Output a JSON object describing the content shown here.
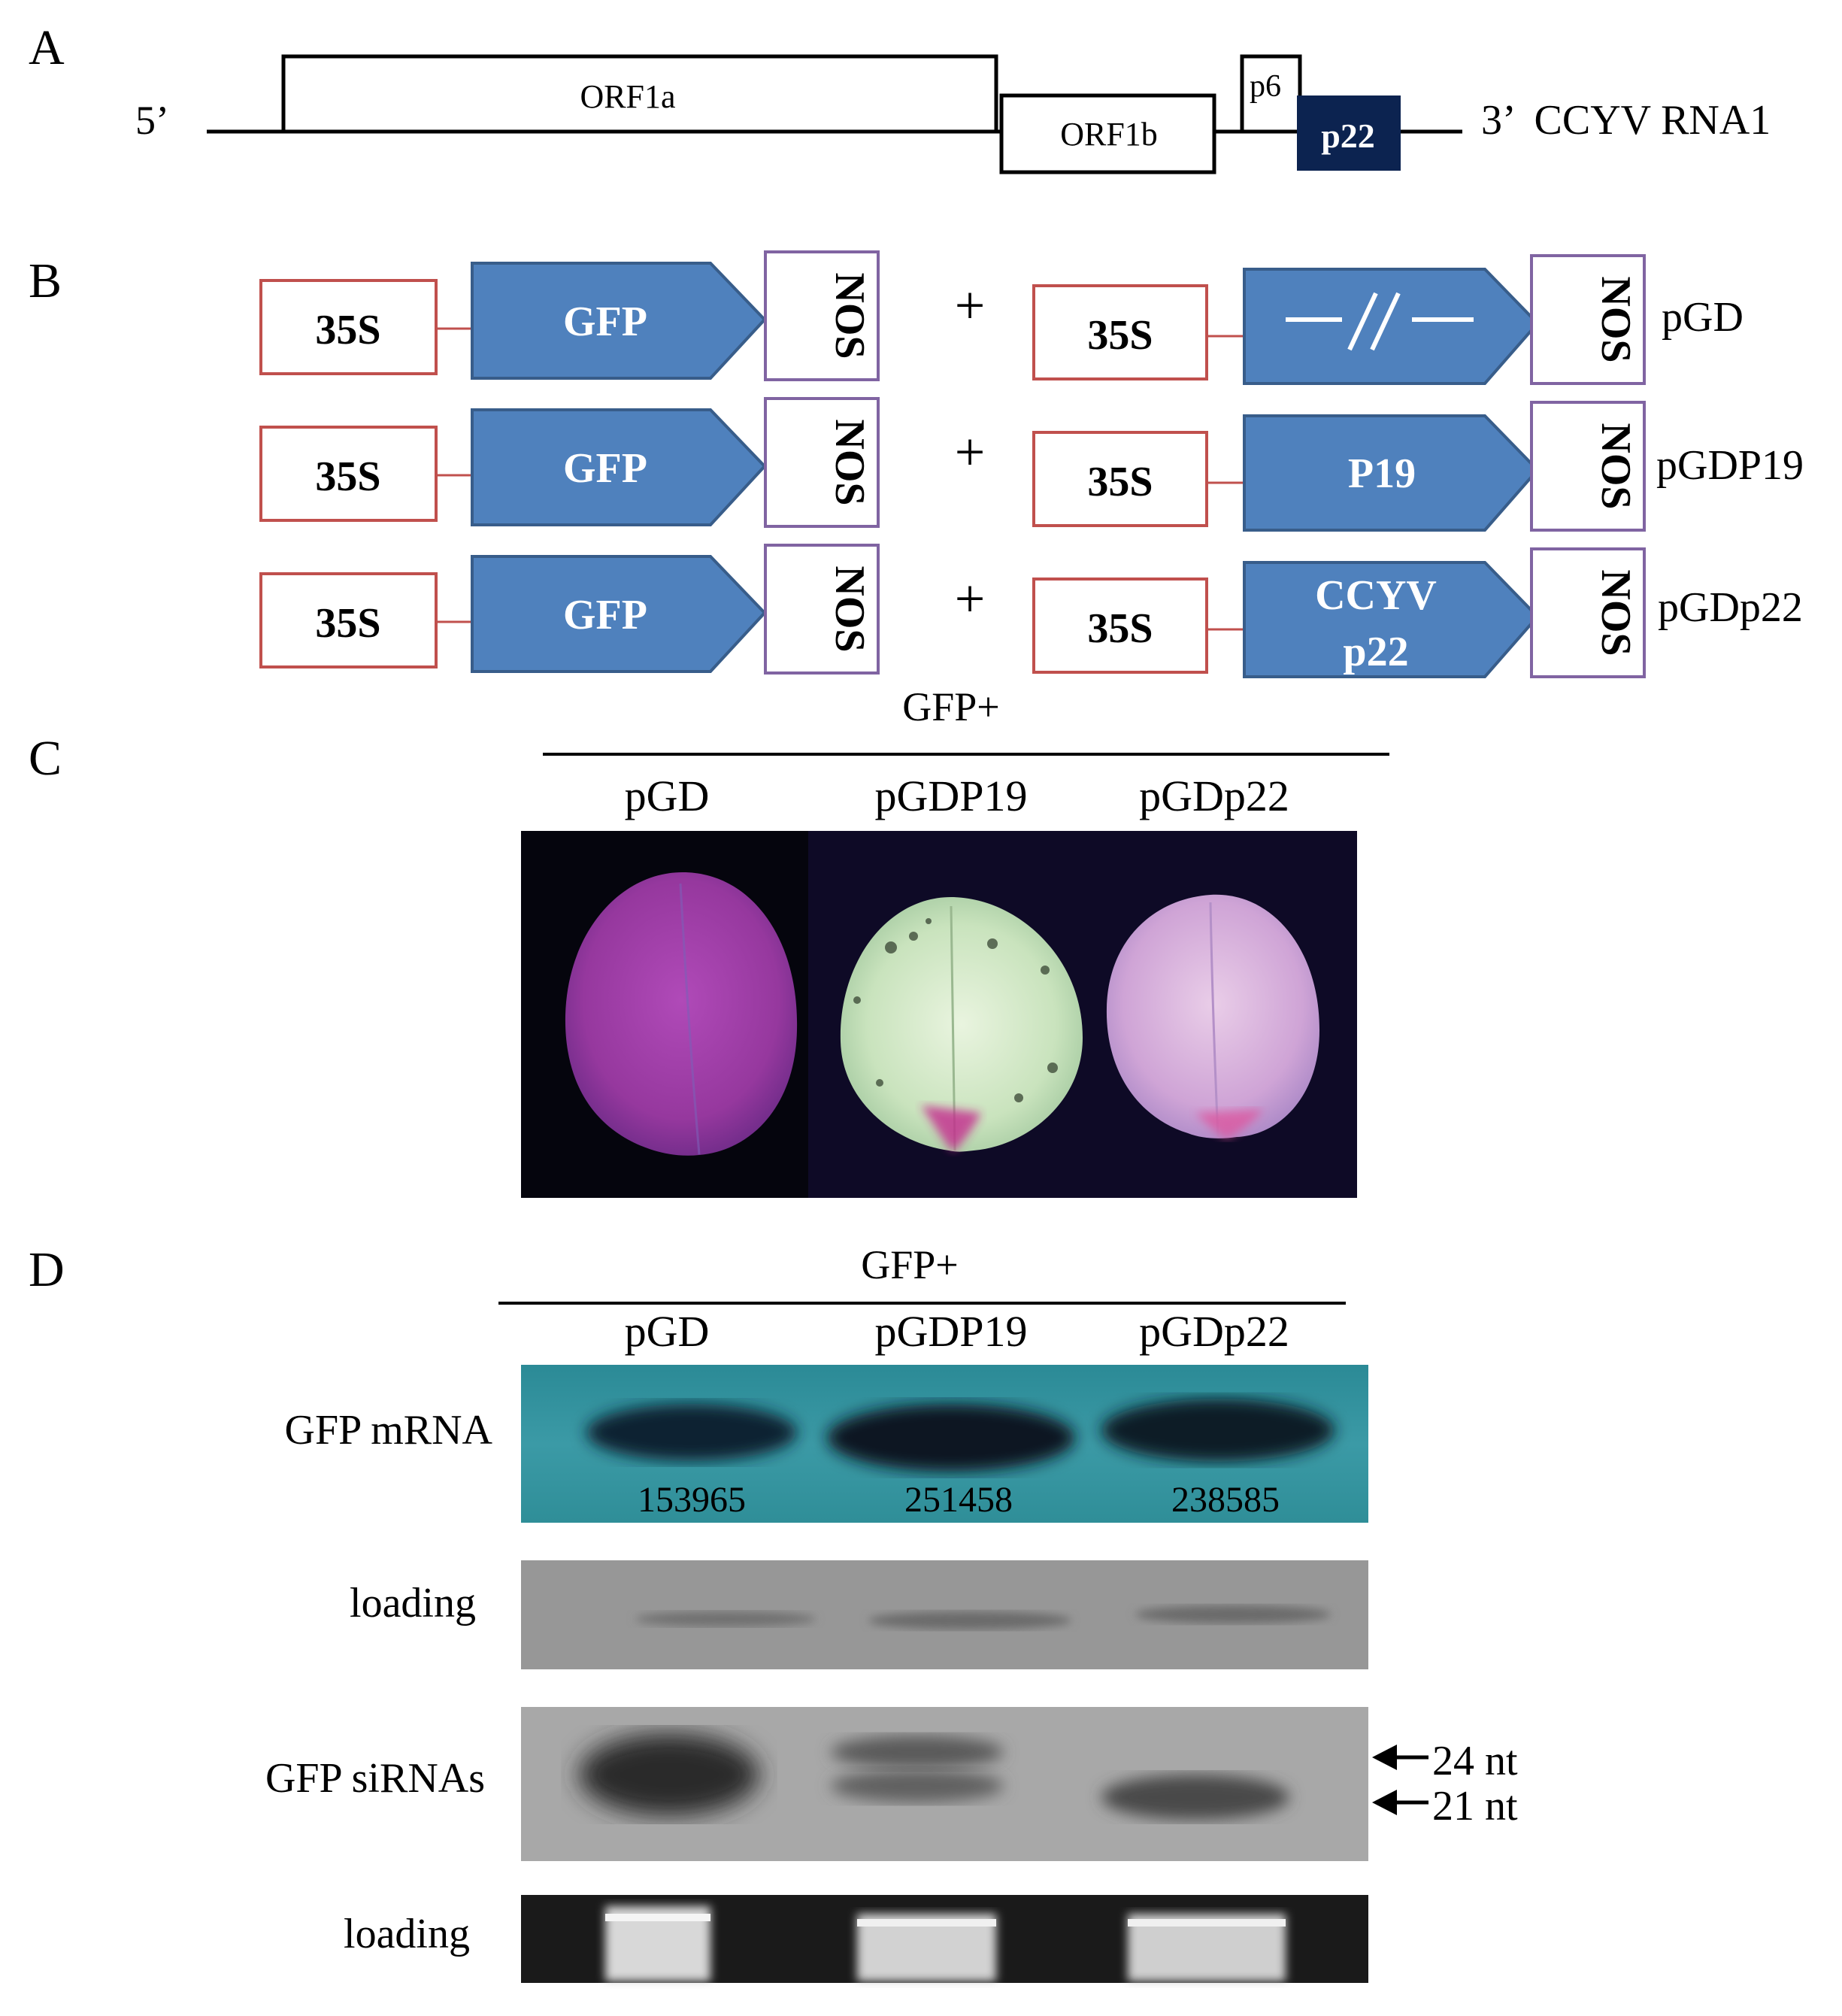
{
  "panels": {
    "a": "A",
    "b": "B",
    "c": "C",
    "d": "D"
  },
  "genome": {
    "five_prime": "5’",
    "three_prime_label": "3’  CCYV RNA1",
    "orfs": [
      "ORF1a",
      "ORF1b",
      "p6",
      "p22"
    ],
    "colors": {
      "p22_fill": "#0c2350",
      "line": "#000000"
    }
  },
  "constructs": {
    "promoter": "35S",
    "reporter": "GFP",
    "terminator": "NOS",
    "plus": "+",
    "empty_insert": "—//—",
    "rows": [
      {
        "insert": "",
        "name": "pGD"
      },
      {
        "insert": "P19",
        "name": "pGDP19"
      },
      {
        "insert": "CCYV p22",
        "insert_line1": "CCYV",
        "insert_line2": "p22",
        "name": "pGDp22"
      }
    ],
    "colors": {
      "arrow_fill": "#4f81bd",
      "arrow_edge": "#385d8a",
      "promoter_edge": "#c0504d",
      "terminator_edge": "#8064a2"
    }
  },
  "leaves": {
    "group_label": "GFP+",
    "lanes": [
      "pGD",
      "pGDP19",
      "pGDp22"
    ]
  },
  "blots": {
    "group_label": "GFP+",
    "lanes": [
      "pGD",
      "pGDP19",
      "pGDp22"
    ],
    "rows": [
      "GFP mRNA",
      "loading",
      "GFP siRNAs",
      "loading"
    ],
    "mrna_values": [
      "153965",
      "251458",
      "238585"
    ],
    "size_markers": [
      "24 nt",
      "21 nt"
    ]
  }
}
